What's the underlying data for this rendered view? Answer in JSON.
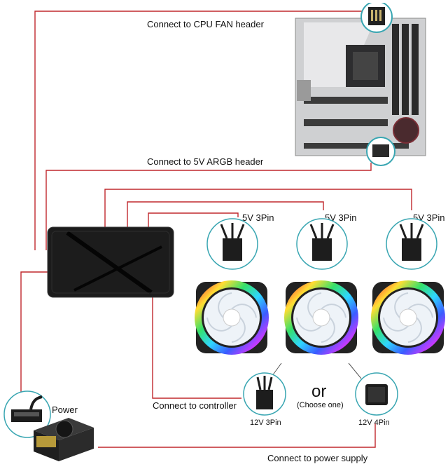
{
  "labels": {
    "cpu_fan": "Connect to CPU FAN header",
    "argb": "Connect to 5V ARGB header",
    "pin_fan1": "5V 3Pin",
    "pin_fan2": "5V 3Pin",
    "pin_fan3": "5V 3Pin",
    "controller": "Connect to controller",
    "or": "or",
    "choose_one": "(Choose one)",
    "pin_12v3": "12V 3Pin",
    "pin_12v4": "12V 4Pin",
    "power": "Power",
    "power_supply": "Connect to power supply"
  },
  "colors": {
    "wire": "#c0282d",
    "callout": "#39a6b2",
    "hub": "#1c1c1c",
    "ring_gradient": [
      "#ff3b3b",
      "#ffdd33",
      "#34e06a",
      "#2fd6ff",
      "#3a5cff",
      "#c43aff",
      "#ff3b3b"
    ]
  },
  "icons": {
    "motherboard": "motherboard-icon",
    "hub": "controller-hub-icon",
    "fan": "rgb-fan-icon",
    "connector_3pin": "3pin-connector-icon",
    "connector_4pin": "molex-4pin-connector-icon",
    "sata": "sata-power-connector-icon",
    "psu": "power-supply-icon"
  }
}
